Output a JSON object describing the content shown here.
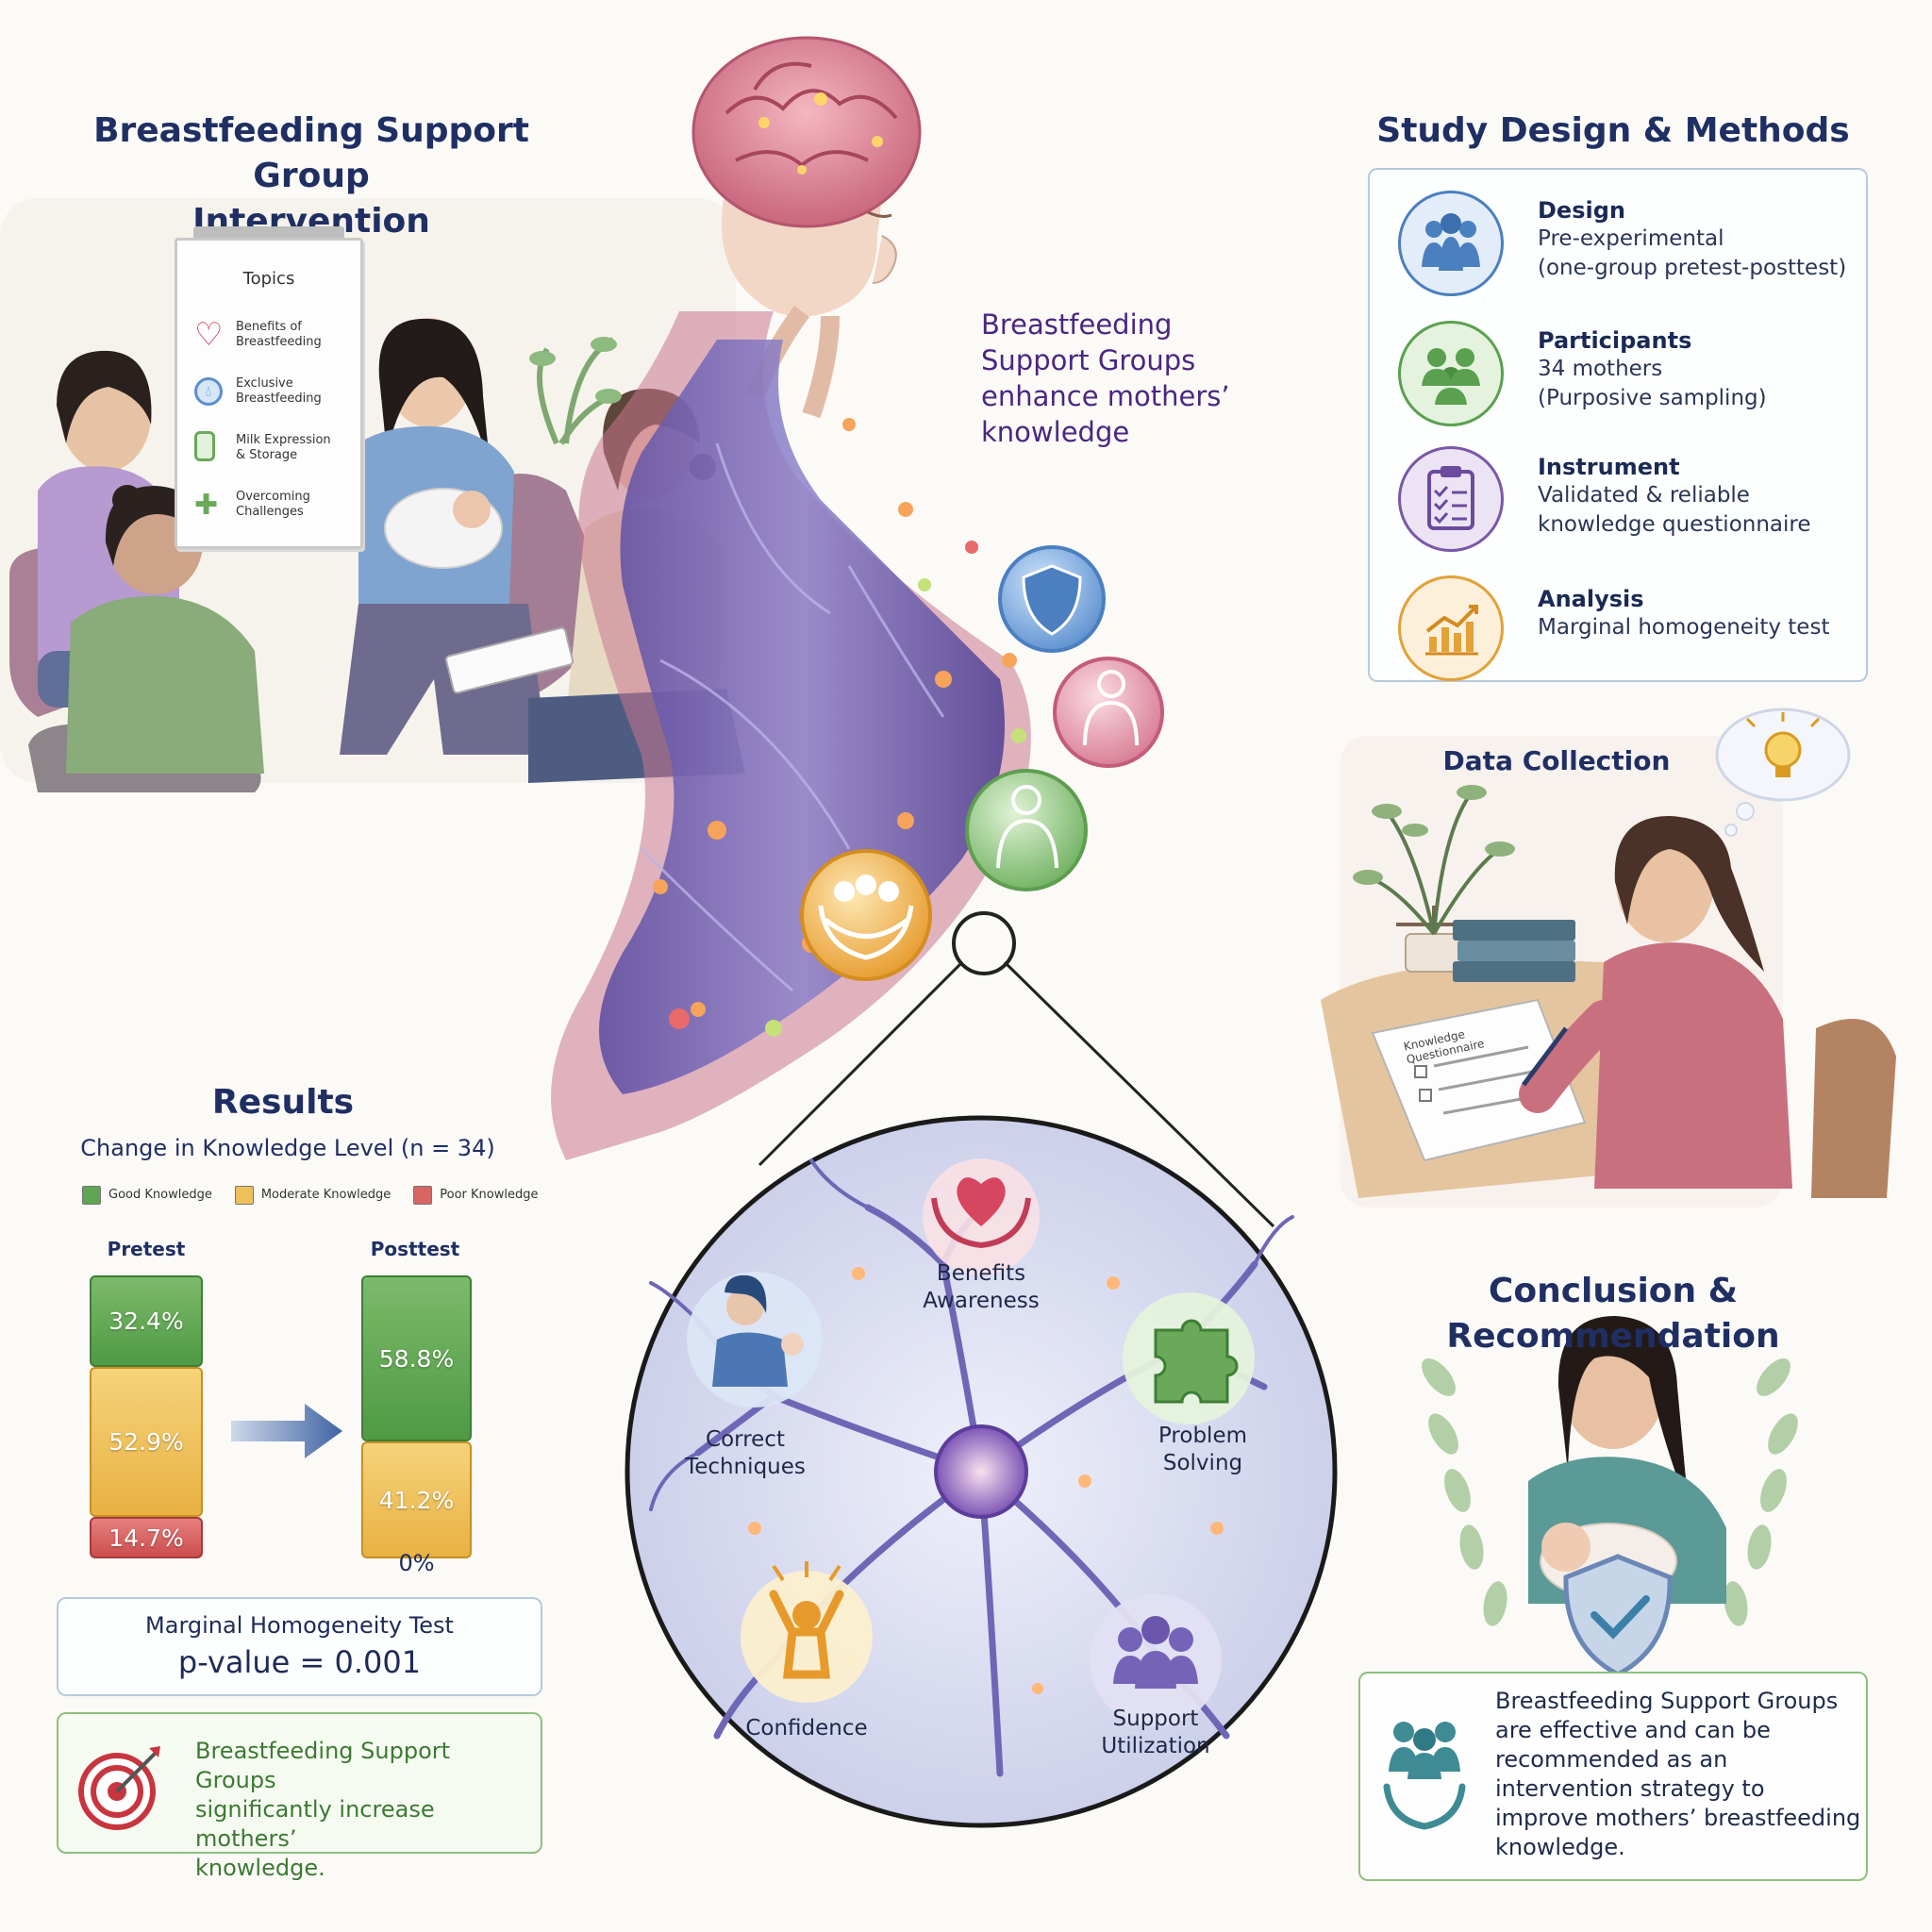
{
  "intervention": {
    "title_line1": "Breastfeeding Support Group",
    "title_line2": "Intervention",
    "flipchart": {
      "heading": "Topics",
      "topics": [
        {
          "line1": "Benefits of",
          "line2": "Breastfeeding"
        },
        {
          "line1": "Exclusive",
          "line2": "Breastfeeding"
        },
        {
          "line1": "Milk Expression",
          "line2": "& Storage"
        },
        {
          "line1": "Overcoming",
          "line2": "Challenges"
        }
      ]
    }
  },
  "center": {
    "tagline": [
      "Breastfeeding",
      "Support Groups",
      "enhance mothers’",
      "knowledge"
    ],
    "outcomes": {
      "benefits": [
        "Benefits",
        "Awareness"
      ],
      "techniques": [
        "Correct",
        "Techniques"
      ],
      "problem": [
        "Problem",
        "Solving"
      ],
      "confidence": "Confidence",
      "support": [
        "Support",
        "Utilization"
      ]
    }
  },
  "methods": {
    "title": "Study Design & Methods",
    "items": [
      {
        "label": "Design",
        "line1": "Pre-experimental",
        "line2": "(one-group pretest-posttest)",
        "color": "#4a7fc0"
      },
      {
        "label": "Participants",
        "line1": "34 mothers",
        "line2": "(Purposive sampling)",
        "color": "#5aa04f"
      },
      {
        "label": "Instrument",
        "line1": "Validated & reliable",
        "line2": "knowledge questionnaire",
        "color": "#7a58a8"
      },
      {
        "label": "Analysis",
        "line1": "Marginal homogeneity test",
        "line2": "",
        "color": "#e3a137"
      }
    ]
  },
  "data_collection": {
    "title": "Data Collection",
    "sheet_title": "Knowledge Questionnaire"
  },
  "results": {
    "title": "Results",
    "subtitle": "Change in Knowledge Level (n = 34)",
    "legend": {
      "good": "Good Knowledge",
      "moderate": "Moderate Knowledge",
      "poor": "Poor Knowledge"
    },
    "test_name": "Marginal Homogeneity Test",
    "p_value": "p-value = 0.001",
    "finding": [
      "Breastfeeding Support Groups",
      "significantly increase mothers’",
      "knowledge."
    ]
  },
  "chart_data": {
    "type": "bar",
    "stacked": true,
    "categories": [
      "Pretest",
      "Posttest"
    ],
    "series": [
      {
        "name": "Good Knowledge",
        "values": [
          32.4,
          58.8
        ],
        "labels": [
          "32.4%",
          "58.8%"
        ],
        "color": "#5fa553"
      },
      {
        "name": "Moderate Knowledge",
        "values": [
          52.9,
          41.2
        ],
        "labels": [
          "52.9%",
          "41.2%"
        ],
        "color": "#eec05a"
      },
      {
        "name": "Poor Knowledge",
        "values": [
          14.7,
          0
        ],
        "labels": [
          "14.7%",
          "0%"
        ],
        "color": "#d86464"
      }
    ],
    "ylim": [
      0,
      100
    ]
  },
  "conclusion": {
    "title": "Conclusion & Recommendation",
    "text": [
      "Breastfeeding Support Groups",
      "are effective and can be",
      "recommended as an",
      "intervention strategy to",
      "improve mothers’ breastfeeding",
      "knowledge."
    ]
  },
  "colors": {
    "navy": "#1f2f63",
    "purple": "#4b2680",
    "good": "#5fa553",
    "moderate": "#eec05a",
    "poor": "#d86464"
  }
}
